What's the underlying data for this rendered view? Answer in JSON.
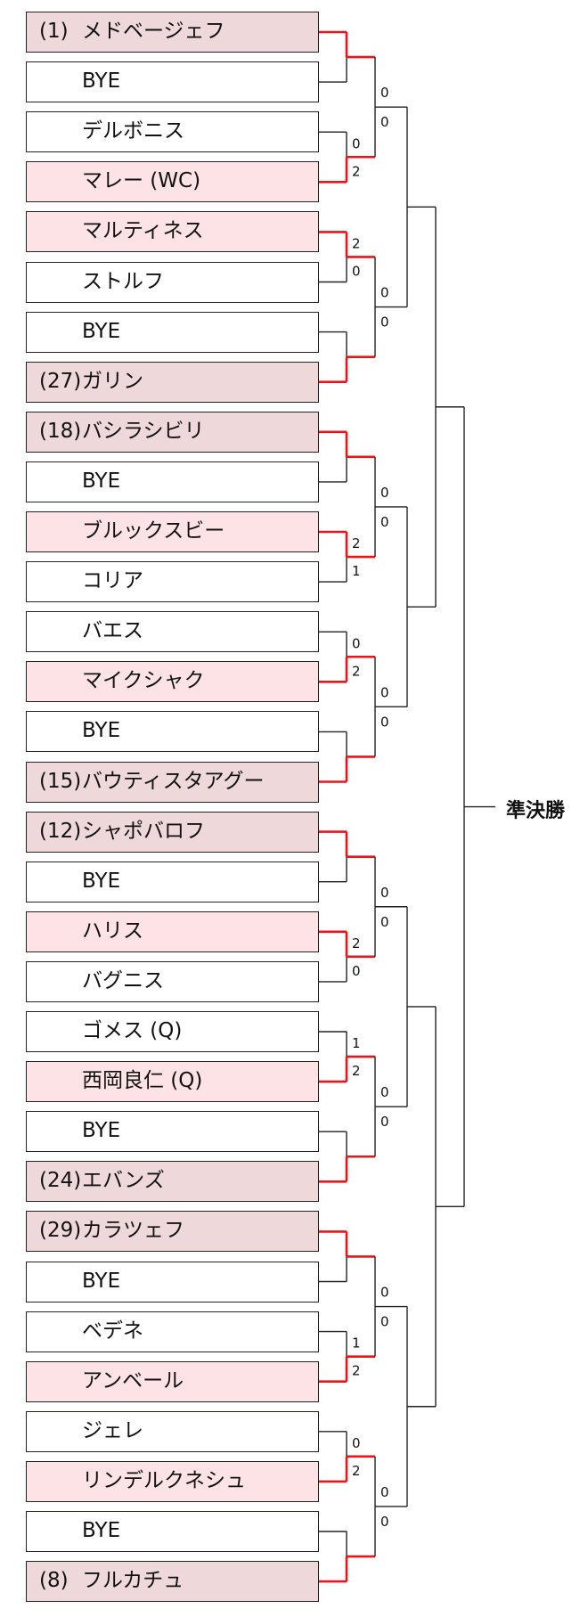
{
  "bracket": {
    "final_label": "準決勝",
    "winner_color": "#e8151b",
    "line_color": "#222222",
    "entries": [
      {
        "seed": "(1)",
        "name": "メドベージェフ",
        "style": "seeded"
      },
      {
        "seed": "",
        "name": "BYE",
        "style": "plain"
      },
      {
        "seed": "",
        "name": "デルボニス",
        "style": "plain"
      },
      {
        "seed": "",
        "name": "マレー (WC)",
        "style": "winner"
      },
      {
        "seed": "",
        "name": "マルティネス",
        "style": "winner"
      },
      {
        "seed": "",
        "name": "ストルフ",
        "style": "plain"
      },
      {
        "seed": "",
        "name": "BYE",
        "style": "plain"
      },
      {
        "seed": "(27)",
        "name": "ガリン",
        "style": "seeded"
      },
      {
        "seed": "(18)",
        "name": "バシラシビリ",
        "style": "seeded"
      },
      {
        "seed": "",
        "name": "BYE",
        "style": "plain"
      },
      {
        "seed": "",
        "name": "ブルックスビー",
        "style": "winner"
      },
      {
        "seed": "",
        "name": "コリア",
        "style": "plain"
      },
      {
        "seed": "",
        "name": "バエス",
        "style": "plain"
      },
      {
        "seed": "",
        "name": "マイクシャク",
        "style": "winner"
      },
      {
        "seed": "",
        "name": "BYE",
        "style": "plain"
      },
      {
        "seed": "(15)",
        "name": "バウティスタアグー",
        "style": "seeded"
      },
      {
        "seed": "(12)",
        "name": "シャポバロフ",
        "style": "seeded"
      },
      {
        "seed": "",
        "name": "BYE",
        "style": "plain"
      },
      {
        "seed": "",
        "name": "ハリス",
        "style": "winner"
      },
      {
        "seed": "",
        "name": "バグニス",
        "style": "plain"
      },
      {
        "seed": "",
        "name": "ゴメス (Q)",
        "style": "plain"
      },
      {
        "seed": "",
        "name": "西岡良仁 (Q)",
        "style": "winner"
      },
      {
        "seed": "",
        "name": "BYE",
        "style": "plain"
      },
      {
        "seed": "(24)",
        "name": "エバンズ",
        "style": "seeded"
      },
      {
        "seed": "(29)",
        "name": "カラツェフ",
        "style": "seeded"
      },
      {
        "seed": "",
        "name": "BYE",
        "style": "plain"
      },
      {
        "seed": "",
        "name": "ベデネ",
        "style": "plain"
      },
      {
        "seed": "",
        "name": "アンベール",
        "style": "winner"
      },
      {
        "seed": "",
        "name": "ジェレ",
        "style": "plain"
      },
      {
        "seed": "",
        "name": "リンデルクネシュ",
        "style": "winner"
      },
      {
        "seed": "",
        "name": "BYE",
        "style": "plain"
      },
      {
        "seed": "(8)",
        "name": "フルカチュ",
        "style": "seeded"
      }
    ],
    "round1": [
      {
        "scores": [
          "",
          ""
        ],
        "winner": 0
      },
      {
        "scores": [
          "0",
          "2"
        ],
        "winner": 1
      },
      {
        "scores": [
          "2",
          "0"
        ],
        "winner": 0
      },
      {
        "scores": [
          "",
          ""
        ],
        "winner": 1
      },
      {
        "scores": [
          "",
          ""
        ],
        "winner": 0
      },
      {
        "scores": [
          "2",
          "1"
        ],
        "winner": 0
      },
      {
        "scores": [
          "0",
          "2"
        ],
        "winner": 1
      },
      {
        "scores": [
          "",
          ""
        ],
        "winner": 1
      },
      {
        "scores": [
          "",
          ""
        ],
        "winner": 0
      },
      {
        "scores": [
          "2",
          "0"
        ],
        "winner": 0
      },
      {
        "scores": [
          "1",
          "2"
        ],
        "winner": 1
      },
      {
        "scores": [
          "",
          ""
        ],
        "winner": 1
      },
      {
        "scores": [
          "",
          ""
        ],
        "winner": 0
      },
      {
        "scores": [
          "1",
          "2"
        ],
        "winner": 1
      },
      {
        "scores": [
          "0",
          "2"
        ],
        "winner": 1
      },
      {
        "scores": [
          "",
          ""
        ],
        "winner": 1
      }
    ],
    "round2": [
      {
        "scores": [
          "0",
          "0"
        ]
      },
      {
        "scores": [
          "0",
          "0"
        ]
      },
      {
        "scores": [
          "0",
          "0"
        ]
      },
      {
        "scores": [
          "0",
          "0"
        ]
      },
      {
        "scores": [
          "0",
          "0"
        ]
      },
      {
        "scores": [
          "0",
          "0"
        ]
      },
      {
        "scores": [
          "0",
          "0"
        ]
      },
      {
        "scores": [
          "0",
          "0"
        ]
      }
    ]
  }
}
